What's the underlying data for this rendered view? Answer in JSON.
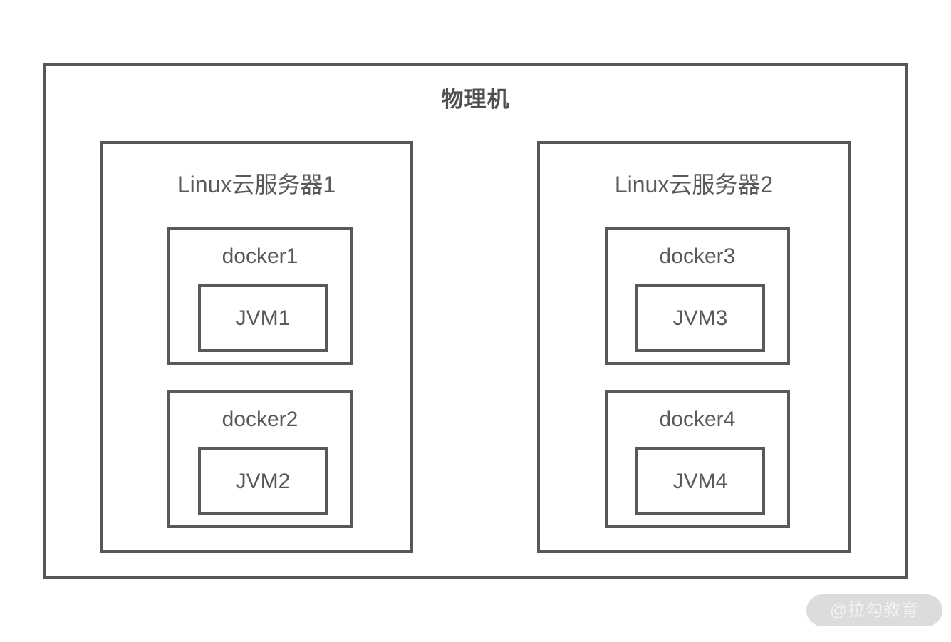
{
  "diagram": {
    "host": {
      "title": "物理机"
    },
    "servers": [
      {
        "name": "Linux云服务器1",
        "dockers": [
          {
            "name": "docker1",
            "jvm": "JVM1"
          },
          {
            "name": "docker2",
            "jvm": "JVM2"
          }
        ]
      },
      {
        "name": "Linux云服务器2",
        "dockers": [
          {
            "name": "docker3",
            "jvm": "JVM3"
          },
          {
            "name": "docker4",
            "jvm": "JVM4"
          }
        ]
      }
    ]
  },
  "watermark": {
    "text": "@拉勾教育"
  },
  "colors": {
    "stroke": "#58595b",
    "host_stroke": "#555759",
    "title_text": "#4d4f51",
    "label_text": "#58595b",
    "background": "#ffffff",
    "watermark_pill": "#dcdcdc",
    "watermark_text": "#f2f2f2"
  }
}
